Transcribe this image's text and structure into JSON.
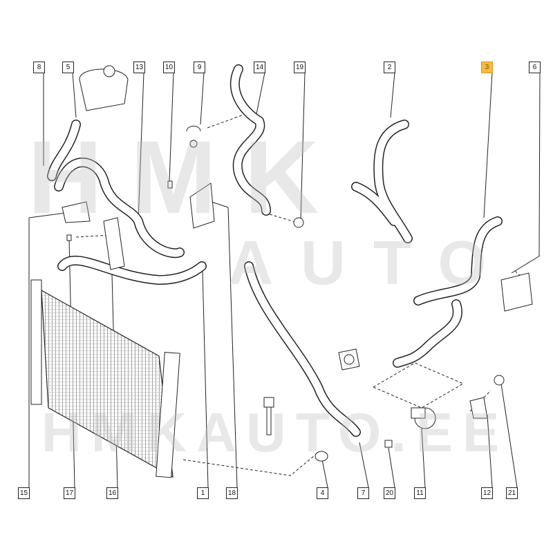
{
  "watermark": {
    "top": "HMK",
    "middle": "AUTO",
    "bottom": "HMKAUTO.EE"
  },
  "highlight_color": "#f5b942",
  "callouts_top": [
    "8",
    "5",
    "13",
    "10",
    "9",
    "14",
    "19",
    "2",
    "3",
    "6"
  ],
  "callouts_bottom": [
    "15",
    "17",
    "16",
    "1",
    "18",
    "4",
    "7",
    "20",
    "11",
    "12",
    "21"
  ],
  "highlighted_part": "3"
}
